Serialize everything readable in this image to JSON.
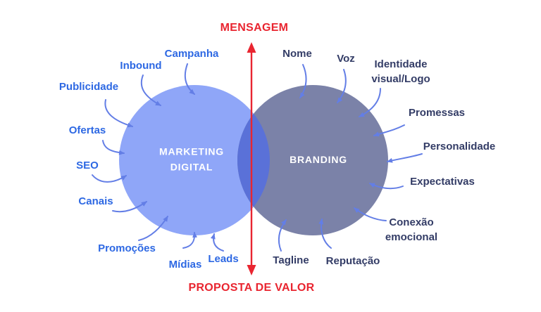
{
  "diagram": {
    "axis": {
      "top_label": "MENSAGEM",
      "bottom_label": "PROPOSTA DE VALOR",
      "color": "#e92530"
    },
    "venn": {
      "left_circle": {
        "title_line1": "MARKETING",
        "title_line2": "DIGITAL",
        "fill": "#8fa6f8"
      },
      "right_circle": {
        "title": "BRANDING",
        "fill": "#7b82a8"
      },
      "overlap_fill": "#5a71d8",
      "title_color": "#ffffff"
    },
    "left_items": [
      "Campanha",
      "Inbound",
      "Publicidade",
      "Ofertas",
      "SEO",
      "Canais",
      "Promoções",
      "Mídias",
      "Leads"
    ],
    "right_items": [
      "Nome",
      "Voz",
      "Identidade visual/Logo",
      "Promessas",
      "Personalidade",
      "Expectativas",
      "Conexão emocional",
      "Reputação",
      "Tagline"
    ],
    "colors": {
      "left_label_text": "#2d68e3",
      "right_label_text": "#333c66",
      "arrow": "#637ee6"
    }
  }
}
